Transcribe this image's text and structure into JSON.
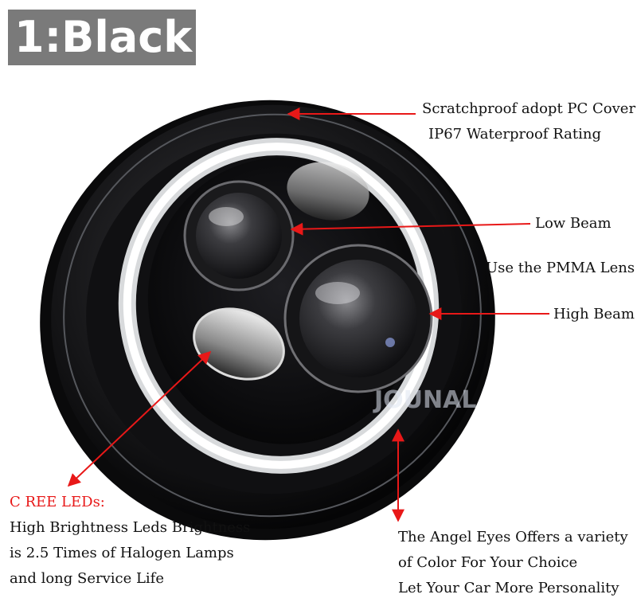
{
  "badge": {
    "label": "1:Black"
  },
  "labels": {
    "cover": "Scratchproof adopt PC Cover",
    "waterproof": "IP67 Waterproof Rating",
    "low_beam": "Low Beam",
    "lens": "Use the PMMA Lens",
    "high_beam": "High Beam",
    "cree_title": "C REE LEDs:",
    "cree_lines": [
      "High Brightness Leds Brightness",
      "is 2.5 Times of Halogen Lamps",
      "and long Service Life"
    ],
    "angel_lines": [
      "The Angel Eyes Offers a variety",
      "of Color For Your Choice",
      "Let Your Car More Personality"
    ]
  },
  "watermark": "JOUNAL",
  "colors": {
    "arrow": "#e81818",
    "badge_bg": "#7a7a7a",
    "halo": "#f4f6f8"
  }
}
